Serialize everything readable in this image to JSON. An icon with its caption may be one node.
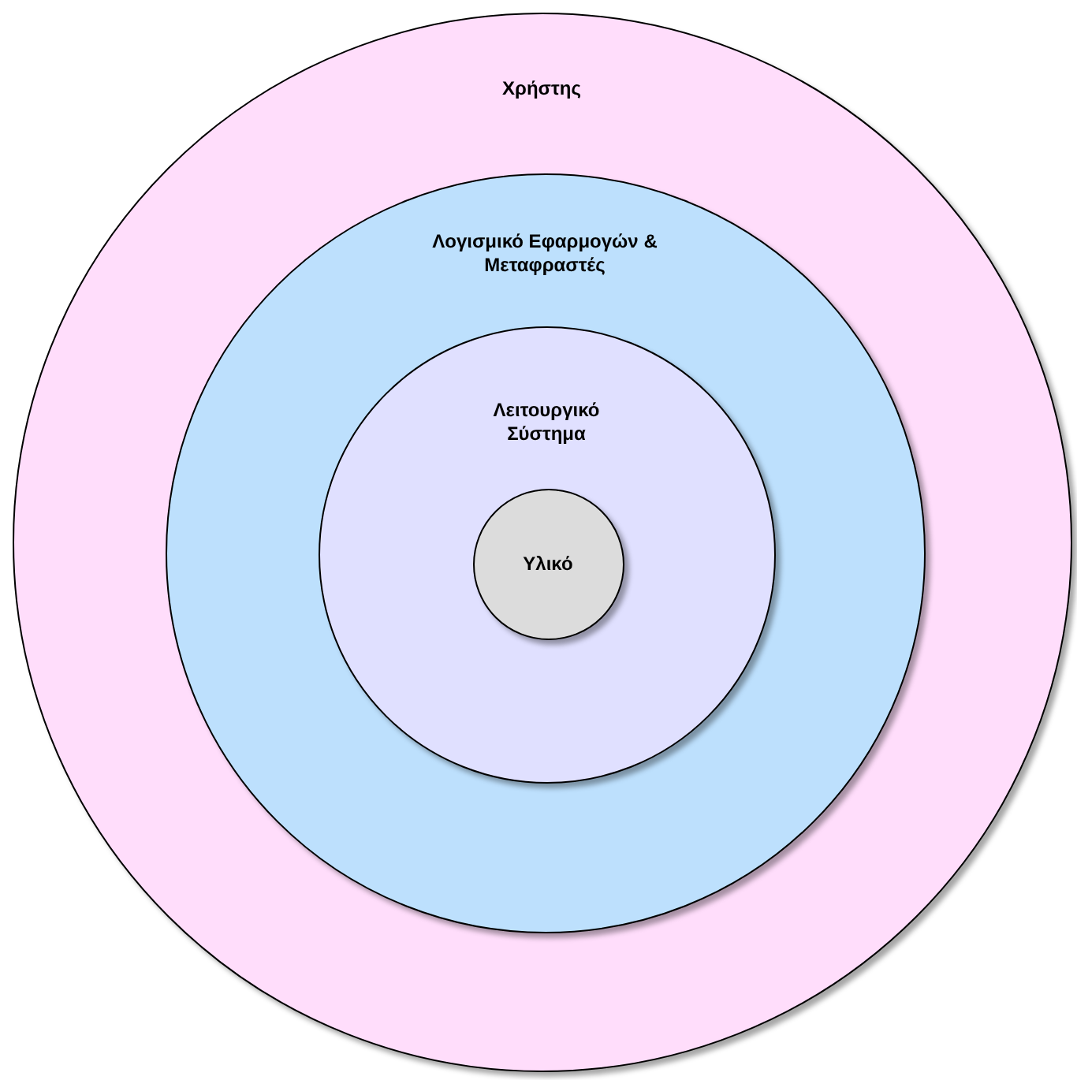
{
  "diagram": {
    "nodes": [
      {
        "text": [
          "Χρήστης"
        ]
      },
      {
        "text": [
          "Λογισμικό Εφαρμογών & Μεταφραστές"
        ],
        "in": 0
      },
      {
        "text": [
          "Λειτουργικό Σύστημα"
        ],
        "in": 1
      },
      {
        "text": [
          "Υλικό"
        ],
        "in": 2
      }
    ]
  }
}
